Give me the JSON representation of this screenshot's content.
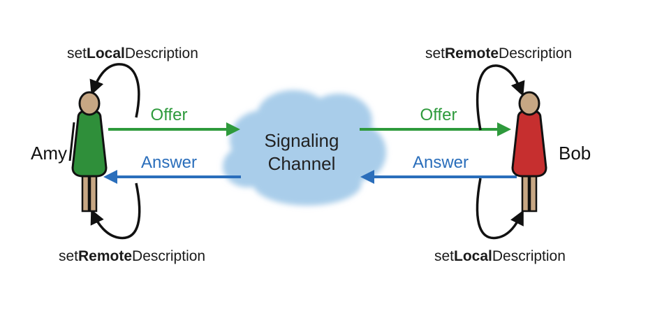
{
  "colors": {
    "offer": "#2e9a3c",
    "answer": "#2a6ebb",
    "amy_body": "#2f8f3a",
    "bob_body": "#c62f2f",
    "skin": "#c7a784",
    "cloud": "#a9cdea",
    "stroke": "#111111"
  },
  "amy": {
    "name": "Amy",
    "top_label": {
      "prefix": "set",
      "bold": "Local",
      "suffix": "Description"
    },
    "bottom_label": {
      "prefix": "set",
      "bold": "Remote",
      "suffix": "Description"
    }
  },
  "bob": {
    "name": "Bob",
    "top_label": {
      "prefix": "set",
      "bold": "Remote",
      "suffix": "Description"
    },
    "bottom_label": {
      "prefix": "set",
      "bold": "Local",
      "suffix": "Description"
    }
  },
  "channel": {
    "line1": "Signaling",
    "line2": "Channel"
  },
  "messages": {
    "left_offer": "Offer",
    "left_answer": "Answer",
    "right_offer": "Offer",
    "right_answer": "Answer"
  }
}
